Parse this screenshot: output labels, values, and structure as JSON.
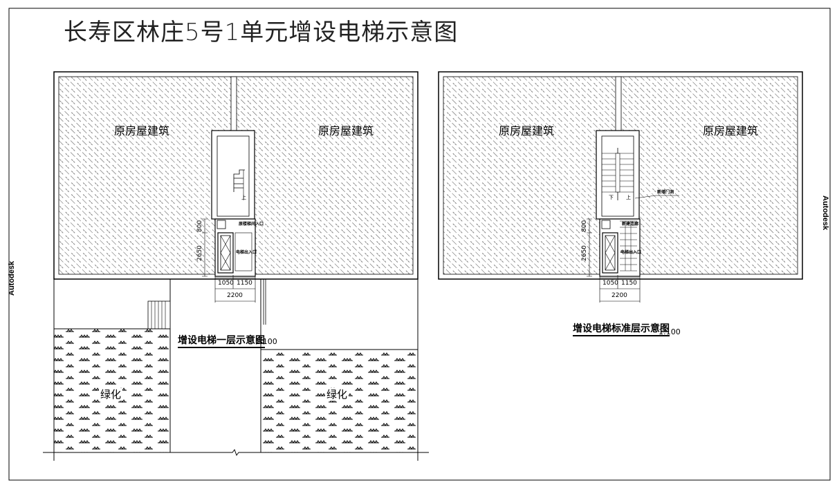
{
  "title": "长寿区林庄5号1单元增设电梯示意图",
  "watermark": "Autodesk",
  "left_plan": {
    "building_left": "原房屋建筑",
    "building_right": "原房屋建筑",
    "caption": "增设电梯一层示意图",
    "scale": "1:100",
    "green_left": "绿化",
    "green_right": "绿化",
    "note_elevator_hall": "原楼梯间入口",
    "note_elevator_entry": "电梯出入口",
    "stair_mark": "上",
    "dim_depth_1": "800",
    "dim_depth_2": "2650",
    "dim_width_1": "1050",
    "dim_width_2": "1150",
    "dim_total": "2200"
  },
  "right_plan": {
    "building_left": "原房屋建筑",
    "building_right": "原房屋建筑",
    "caption": "增设电梯标准层示意图",
    "scale": "1:100",
    "note_door": "新增门洞",
    "note_lobby": "新建连廊",
    "note_entry": "电梯出入口",
    "stair_mark_1": "下",
    "stair_mark_2": "上",
    "dim_depth_1": "800",
    "dim_depth_2": "2650",
    "dim_width_1": "1050",
    "dim_width_2": "1150",
    "dim_total": "2200"
  }
}
